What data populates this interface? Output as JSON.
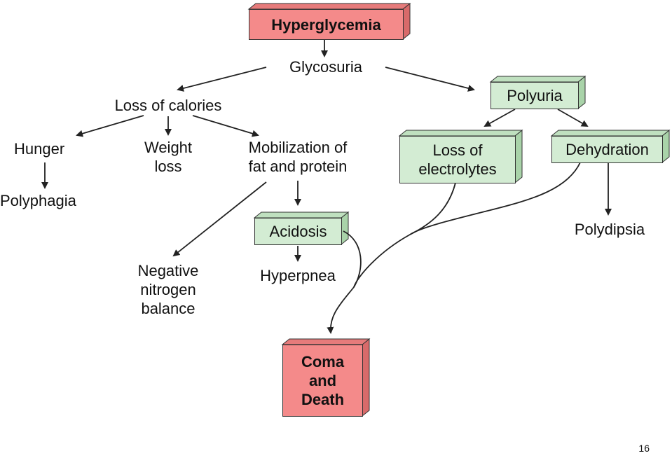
{
  "nodes": {
    "hyperglycemia": "Hyperglycemia",
    "glycosuria": "Glycosuria",
    "loss_of_calories": "Loss of calories",
    "polyuria": "Polyuria",
    "hunger": "Hunger",
    "weight_loss": "Weight\nloss",
    "mobilization": "Mobilization of\nfat and protein",
    "loss_of_electrolytes": "Loss of\nelectrolytes",
    "dehydration": "Dehydration",
    "polyphagia": "Polyphagia",
    "acidosis": "Acidosis",
    "polydipsia": "Polydipsia",
    "negative_nitrogen": "Negative\nnitrogen\nbalance",
    "hyperpnea": "Hyperpnea",
    "coma_death": "Coma\nand\nDeath"
  },
  "slide_number": "16",
  "colors": {
    "alert_box": "#f48a8a",
    "effect_box": "#d3ecd3"
  }
}
